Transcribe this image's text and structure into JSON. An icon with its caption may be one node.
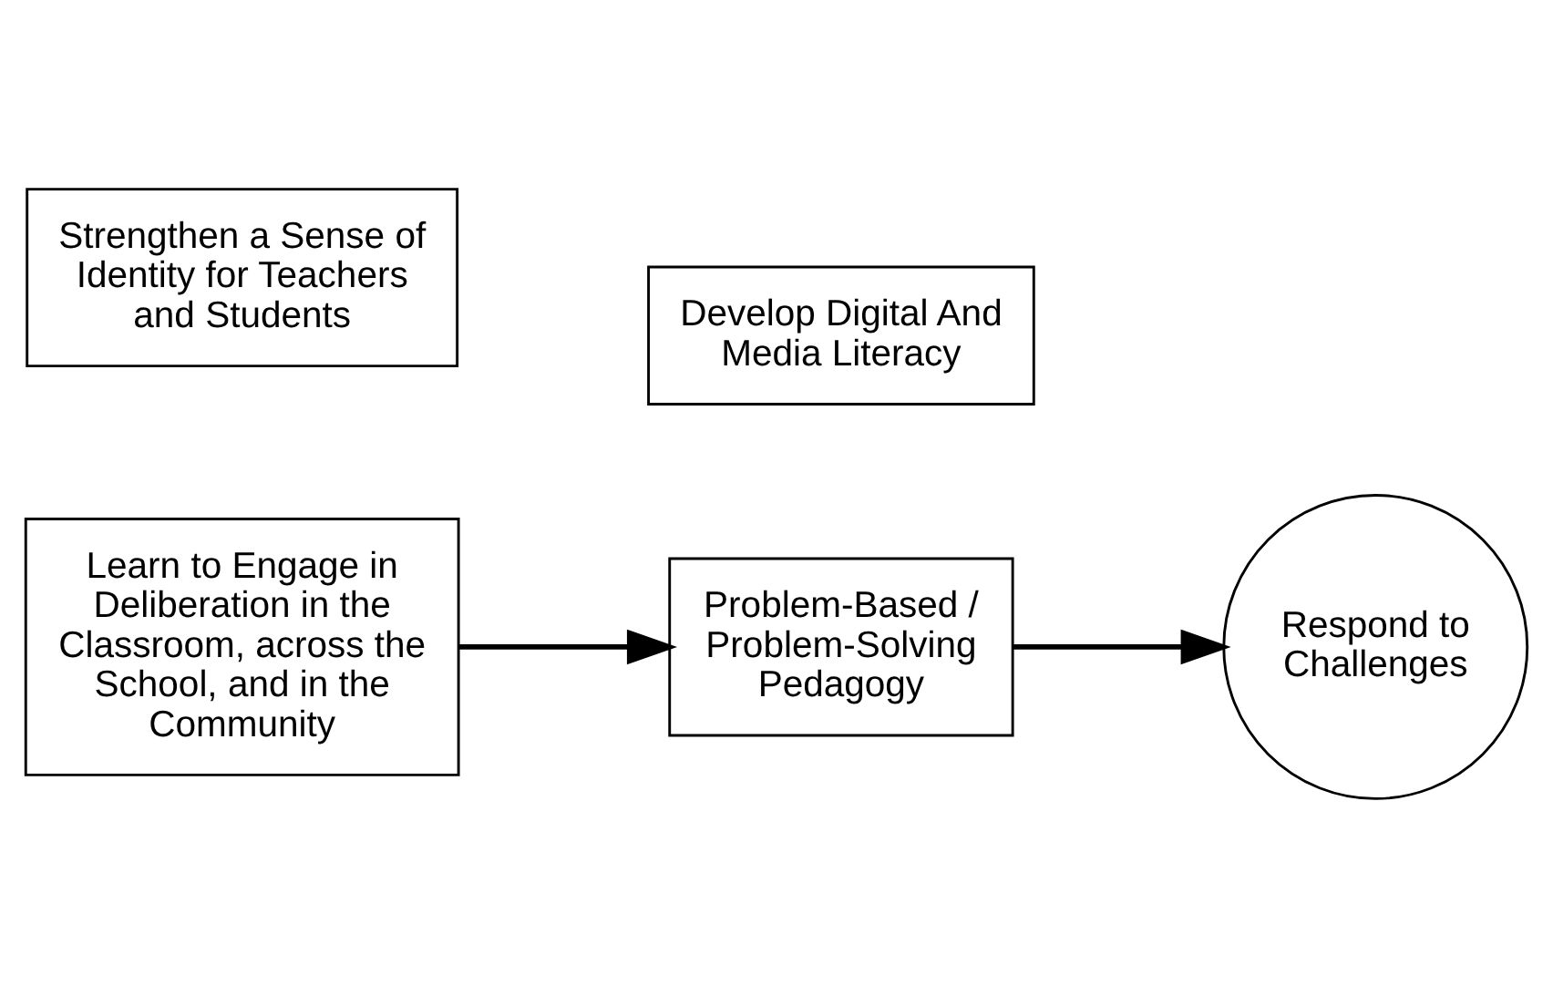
{
  "diagram": {
    "nodes": [
      {
        "text": [
          "Learn to Engage in Deliberation in the Classroom, across the School, and in the Community"
        ]
      },
      {
        "text": [
          "Strengthen a Sense of Identity for Teachers and Students"
        ]
      },
      {
        "text": [
          "Problem-Based / Problem-Solving Pedagogy"
        ]
      },
      {
        "text": [
          "Develop Digital And Media Literacy"
        ]
      },
      {
        "text": [
          "Respond to Challenges"
        ]
      }
    ],
    "edges": [
      {
        "from": 0,
        "to": 2,
        "arrow": "to"
      },
      {
        "from": 2,
        "to": 4,
        "arrow": "to"
      }
    ]
  }
}
